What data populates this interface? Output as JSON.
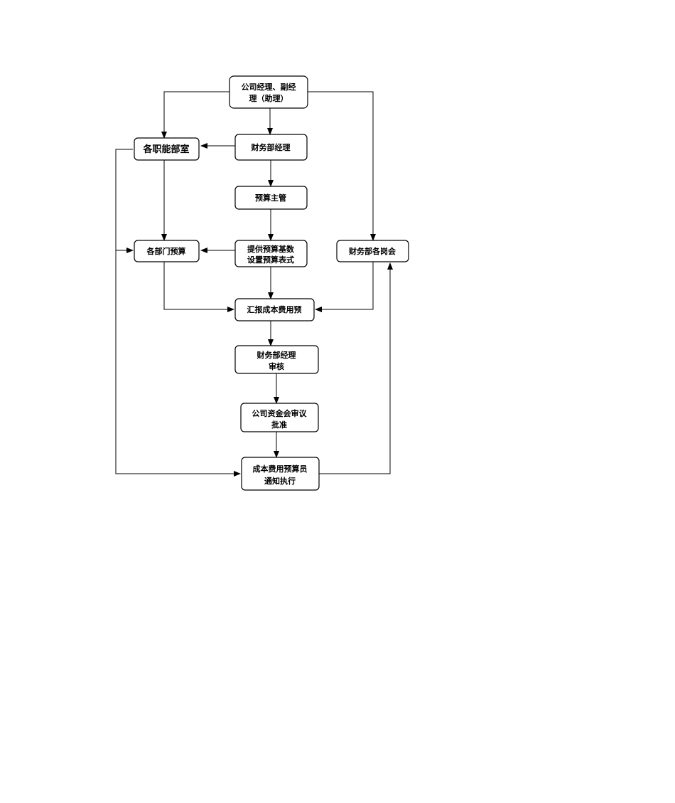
{
  "diagram": {
    "nodes": [
      {
        "id": "gm",
        "lines": [
          "公司经理、副经",
          "理（助理）"
        ]
      },
      {
        "id": "depts",
        "lines": [
          "各职能部室"
        ]
      },
      {
        "id": "fin_mgr",
        "lines": [
          "财务部经理"
        ]
      },
      {
        "id": "budget_sup",
        "lines": [
          "预算主管"
        ]
      },
      {
        "id": "dept_budget",
        "lines": [
          "各部门预算"
        ]
      },
      {
        "id": "provide",
        "lines": [
          "提供预算基数",
          "设置预算表式"
        ]
      },
      {
        "id": "fin_acct",
        "lines": [
          "财务部各岗会"
        ]
      },
      {
        "id": "report",
        "lines": [
          "汇报成本费用预"
        ]
      },
      {
        "id": "fin_review",
        "lines": [
          "财务部经理",
          "审核"
        ]
      },
      {
        "id": "approve",
        "lines": [
          "公司资金会审议",
          "批准"
        ]
      },
      {
        "id": "notify",
        "lines": [
          "成本费用预算员",
          "通知执行"
        ]
      }
    ],
    "edges": [
      {
        "from": "gm",
        "to": "depts"
      },
      {
        "from": "gm",
        "to": "fin_mgr"
      },
      {
        "from": "gm",
        "to": "fin_acct"
      },
      {
        "from": "fin_mgr",
        "to": "depts"
      },
      {
        "from": "fin_mgr",
        "to": "budget_sup"
      },
      {
        "from": "budget_sup",
        "to": "provide"
      },
      {
        "from": "depts",
        "to": "dept_budget"
      },
      {
        "from": "provide",
        "to": "dept_budget"
      },
      {
        "from": "depts",
        "to": "dept_budget"
      },
      {
        "from": "provide",
        "to": "report"
      },
      {
        "from": "dept_budget",
        "to": "report"
      },
      {
        "from": "fin_acct",
        "to": "report"
      },
      {
        "from": "report",
        "to": "fin_review"
      },
      {
        "from": "fin_review",
        "to": "approve"
      },
      {
        "from": "approve",
        "to": "notify"
      },
      {
        "from": "depts",
        "to": "notify"
      },
      {
        "from": "notify",
        "to": "fin_acct"
      }
    ]
  }
}
